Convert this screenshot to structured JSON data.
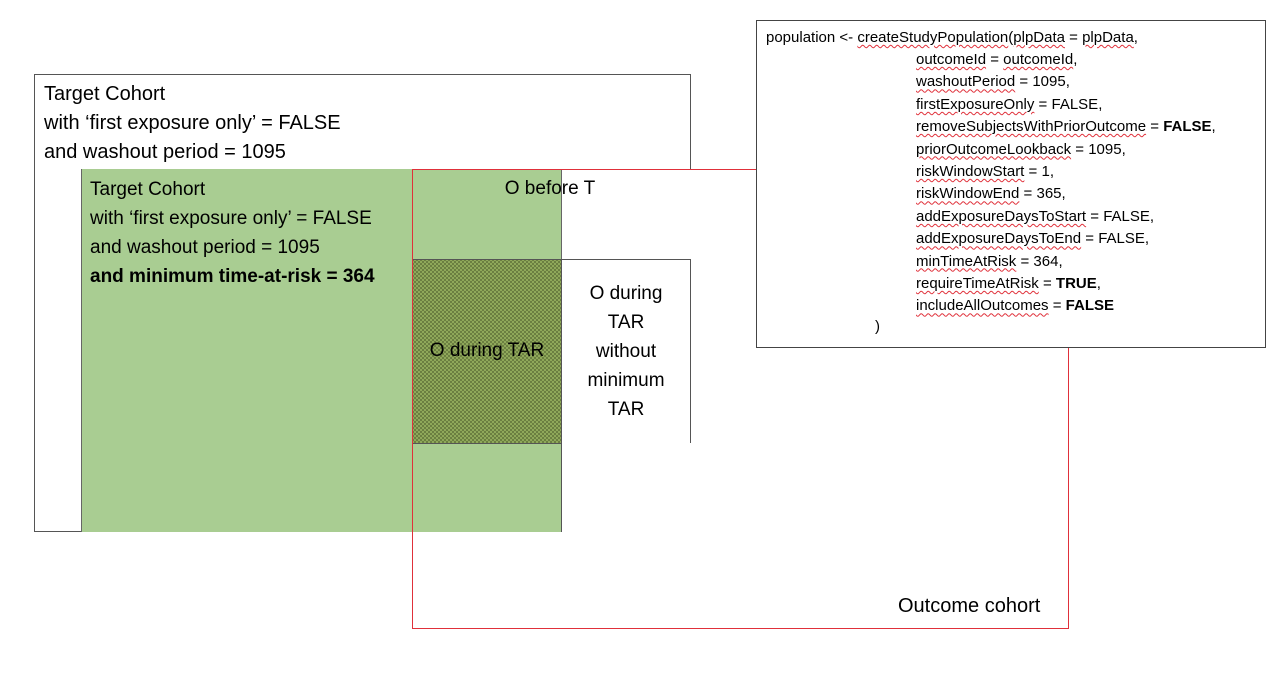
{
  "outer_cohort": {
    "lines": [
      "Target Cohort",
      "with ‘first exposure only’ = FALSE",
      "and washout period = 1095"
    ]
  },
  "inner_cohort": {
    "lines": [
      "Target Cohort",
      "with ‘first exposure only’ = FALSE",
      "and washout period = 1095"
    ],
    "bold_line": "and minimum time-at-risk = 364"
  },
  "cells": {
    "o_before_t": "O before T",
    "o_during_tar": "O during TAR",
    "o_during_tar_no_min": [
      "O during",
      "TAR",
      "without",
      "minimum",
      "TAR"
    ]
  },
  "outcome_cohort_label": "Outcome cohort",
  "code": {
    "prefix": "population <- ",
    "func": "createStudyPopulation",
    "open": "(",
    "first_arg_name": "plpData",
    "first_arg_eq": " = ",
    "first_arg_val": "plpData",
    "first_arg_end": ",",
    "args": [
      {
        "name": "outcomeId",
        "eq": " = ",
        "value": "outcomeId",
        "value_squig": true,
        "value_bold": false,
        "end": ","
      },
      {
        "name": "washoutPeriod",
        "eq": " = ",
        "value": "1095",
        "value_squig": false,
        "value_bold": false,
        "end": ","
      },
      {
        "name": "firstExposureOnly",
        "eq": " = ",
        "value": "FALSE",
        "value_squig": false,
        "value_bold": false,
        "end": ","
      },
      {
        "name": "removeSubjectsWithPriorOutcome",
        "eq": " = ",
        "value": "FALSE",
        "value_squig": false,
        "value_bold": true,
        "end": ","
      },
      {
        "name": "priorOutcomeLookback",
        "eq": " = ",
        "value": "1095",
        "value_squig": false,
        "value_bold": false,
        "end": ","
      },
      {
        "name": "riskWindowStart",
        "eq": " = ",
        "value": "1",
        "value_squig": false,
        "value_bold": false,
        "end": ","
      },
      {
        "name": "riskWindowEnd",
        "eq": " = ",
        "value": "365",
        "value_squig": false,
        "value_bold": false,
        "end": ","
      },
      {
        "name": "addExposureDaysToStart",
        "eq": " = ",
        "value": "FALSE",
        "value_squig": false,
        "value_bold": false,
        "end": ","
      },
      {
        "name": "addExposureDaysToEnd",
        "eq": " = ",
        "value": "FALSE",
        "value_squig": false,
        "value_bold": false,
        "end": ","
      },
      {
        "name": "minTimeAtRisk",
        "eq": " = ",
        "value": "364",
        "value_squig": false,
        "value_bold": false,
        "end": ","
      },
      {
        "name": "requireTimeAtRisk",
        "eq": " = ",
        "value": "TRUE",
        "value_squig": false,
        "value_bold": true,
        "end": ","
      },
      {
        "name": "includeAllOutcomes",
        "eq": " = ",
        "value": "FALSE",
        "value_squig": false,
        "value_bold": true,
        "end": ""
      }
    ],
    "close": ")"
  },
  "colors": {
    "green": "#a9cd92",
    "dotted": "#8fa85a",
    "red_outline": "#e0303a"
  }
}
